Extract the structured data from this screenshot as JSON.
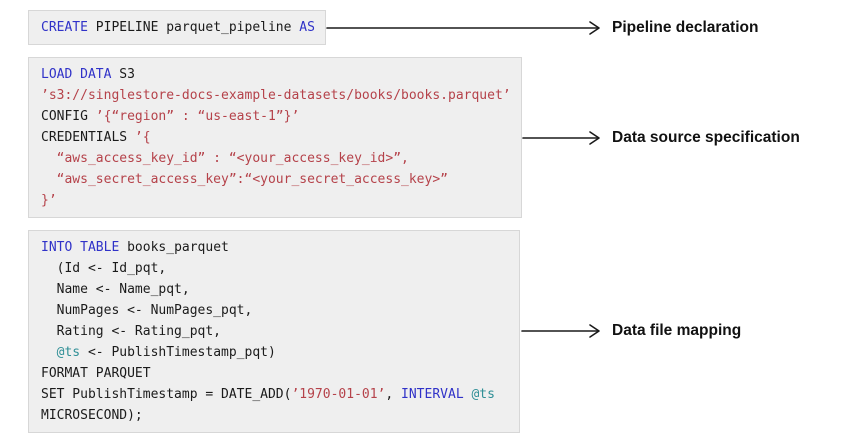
{
  "colors": {
    "keyword": "#3032c8",
    "string": "#b5424a",
    "variable": "#2f8f96",
    "text": "#1b1b1b",
    "box_background": "#efefef",
    "box_border": "#d7d7d7",
    "arrow": "#1a1a1a",
    "label_text": "#111111"
  },
  "blocks": [
    {
      "name": "pipeline-declaration",
      "label": "Pipeline declaration",
      "lines": [
        [
          {
            "c": "kw",
            "t": "CREATE"
          },
          {
            "c": "tx",
            "t": " PIPELINE parquet_pipeline "
          },
          {
            "c": "kw",
            "t": "AS"
          }
        ]
      ]
    },
    {
      "name": "data-source-specification",
      "label": "Data source specification",
      "lines": [
        [
          {
            "c": "kw",
            "t": "LOAD DATA"
          },
          {
            "c": "tx",
            "t": " S3"
          }
        ],
        [
          {
            "c": "str",
            "t": "’s3://singlestore-docs-example-datasets/books/books.parquet’"
          }
        ],
        [
          {
            "c": "tx",
            "t": "CONFIG "
          },
          {
            "c": "str",
            "t": "’{“region” : “us-east-1”}’"
          }
        ],
        [
          {
            "c": "tx",
            "t": "CREDENTIALS "
          },
          {
            "c": "str",
            "t": "’{"
          }
        ],
        [
          {
            "c": "str",
            "t": "  “aws_access_key_id” : “<your_access_key_id>”,"
          }
        ],
        [
          {
            "c": "str",
            "t": "  “aws_secret_access_key”:“<your_secret_access_key>”"
          }
        ],
        [
          {
            "c": "str",
            "t": "}’"
          }
        ]
      ]
    },
    {
      "name": "data-file-mapping",
      "label": "Data file mapping",
      "lines": [
        [
          {
            "c": "kw",
            "t": "INTO TABLE"
          },
          {
            "c": "tx",
            "t": " books_parquet"
          }
        ],
        [
          {
            "c": "tx",
            "t": "  (Id <- Id_pqt,"
          }
        ],
        [
          {
            "c": "tx",
            "t": "  Name <- Name_pqt,"
          }
        ],
        [
          {
            "c": "tx",
            "t": "  NumPages <- NumPages_pqt,"
          }
        ],
        [
          {
            "c": "tx",
            "t": "  Rating <- Rating_pqt,"
          }
        ],
        [
          {
            "c": "tx",
            "t": "  "
          },
          {
            "c": "var",
            "t": "@ts"
          },
          {
            "c": "tx",
            "t": " <- PublishTimestamp_pqt)"
          }
        ],
        [
          {
            "c": "tx",
            "t": "FORMAT PARQUET"
          }
        ],
        [
          {
            "c": "tx",
            "t": "SET PublishTimestamp = DATE_ADD("
          },
          {
            "c": "str",
            "t": "’1970-01-01’"
          },
          {
            "c": "tx",
            "t": ", "
          },
          {
            "c": "kw",
            "t": "INTERVAL"
          },
          {
            "c": "tx",
            "t": " "
          },
          {
            "c": "var",
            "t": "@ts"
          }
        ],
        [
          {
            "c": "tx",
            "t": "MICROSECOND);"
          }
        ]
      ]
    }
  ]
}
